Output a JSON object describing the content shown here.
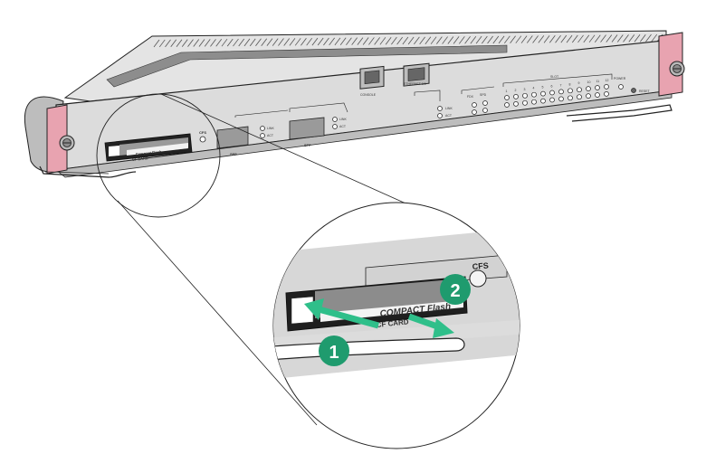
{
  "colors": {
    "panel": "#dcdcdc",
    "panel_dark": "#a8a8a8",
    "handle_pink": "#e8a3b0",
    "callout_green": "#1f9b6e",
    "arrow_green": "#2fbf8a",
    "outline": "#222222"
  },
  "front_panel": {
    "cf_label": "CFS",
    "cf_card_text": "Compact Flash",
    "cf_card_sub": "CF CARD",
    "sfp1_label": "SFP",
    "sfp2_label": "SFP",
    "link_label": "LINK",
    "act_label": "ACT",
    "console_label": "CONSOLE",
    "ethernet_label": "ETHERNET 0/0",
    "lnk_label": "LINK",
    "act2_label": "ACT",
    "mode_labels": [
      "FDX",
      "SPD"
    ],
    "slot_label": "SLOT",
    "slot_numbers": [
      "1",
      "2",
      "3",
      "4",
      "5",
      "6",
      "7",
      "8",
      "9",
      "10",
      "11",
      "12"
    ],
    "power_label": "POWER",
    "reset_label": "RESET"
  },
  "zoom": {
    "cf_label": "CFS",
    "card_text": "COMPACT Flash",
    "card_sub": "CF CARD"
  },
  "callouts": [
    {
      "number": "1"
    },
    {
      "number": "2"
    }
  ]
}
